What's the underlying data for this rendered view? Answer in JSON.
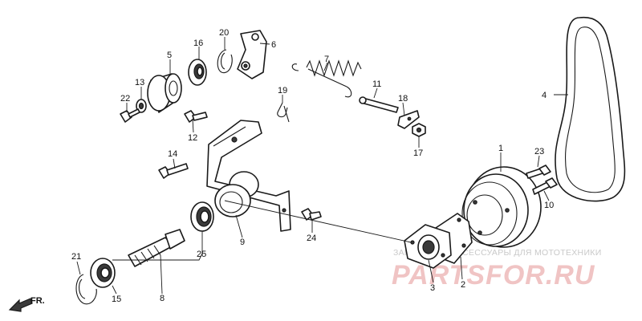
{
  "diagram": {
    "callouts": {
      "c1": "1",
      "c2": "2",
      "c3": "3",
      "c4": "4",
      "c5": "5",
      "c6": "6",
      "c7": "7",
      "c8": "8",
      "c9": "9",
      "c10": "10",
      "c11": "11",
      "c12": "12",
      "c13": "13",
      "c14": "14",
      "c15": "15",
      "c16": "16",
      "c17": "17",
      "c18": "18",
      "c19": "19",
      "c20": "20",
      "c21": "21",
      "c22": "22",
      "c23": "23",
      "c24": "24",
      "c25": "25"
    },
    "direction_label": "FR.",
    "watermark": {
      "tagline": "ЗАПЧАСТИ И АКСЕССУАРЫ ДЛЯ МОТОТЕХНИКИ",
      "brand": "PARTSFOR.RU"
    }
  }
}
